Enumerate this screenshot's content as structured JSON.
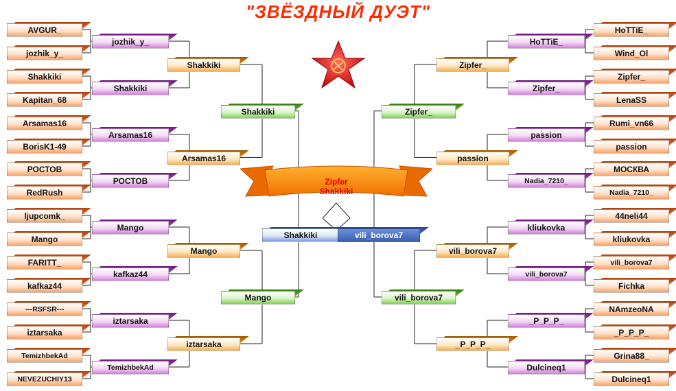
{
  "title": "\"ЗВЁЗДНЫЙ ДУЭТ\"",
  "final": {
    "line1": "Zipfer",
    "line2": "Shakkiki"
  },
  "semi_left": "Shakkiki",
  "semi_right": "vili_borova7",
  "left": {
    "r1": [
      "AVGUR_",
      "jozhik_y_",
      "Shakkiki",
      "Kapitan_68",
      "Arsamas16",
      "BorisK1-49",
      "РОСТОВ",
      "RedRush",
      "ljupcomk_",
      "Mango",
      "FARITT_",
      "kafkaz44",
      "---RSFSR---",
      "iztarsaka",
      "TemizhbekAd",
      "NEVEZUCHIY13"
    ],
    "r2": [
      "jozhik_y_",
      "Shakkiki",
      "Arsamas16",
      "РОСТОВ",
      "Mango",
      "kafkaz44",
      "iztarsaka",
      "TemizhbekAd"
    ],
    "r3": [
      "Shakkiki",
      "Arsamas16",
      "Mango",
      "iztarsaka"
    ],
    "r4": [
      "Shakkiki",
      "Mango"
    ]
  },
  "right": {
    "r1": [
      "HoTTiE_",
      "Wind_Ol",
      "Zipfer_",
      "LenaSS",
      "Rumi_vn66",
      "passion",
      "МОСКВА",
      "Nadia_7210_",
      "44neli44",
      "kliukovka",
      "vili_borova7",
      "Fichka",
      "NAmzeoNA",
      "_P_P_P_",
      "Grina88_",
      "Dulcineq1"
    ],
    "r2": [
      "HoTTiE_",
      "Zipfer_",
      "passion",
      "Nadia_7210_",
      "kliukovka",
      "vili_borova7",
      "_P_P_P_",
      "Dulcineq1"
    ],
    "r3": [
      "Zipfer_",
      "passion",
      "vili_borova7",
      "_P_P_P_"
    ],
    "r4": [
      "Zipfer_",
      "vili_borova7"
    ]
  }
}
